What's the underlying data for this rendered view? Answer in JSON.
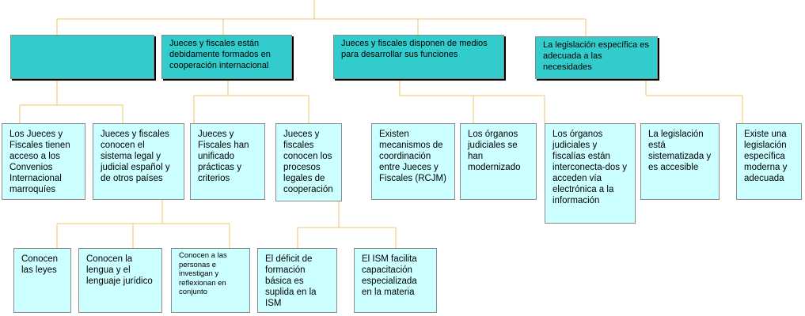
{
  "diagram": {
    "level1": [
      {
        "id": "a",
        "text": ""
      },
      {
        "id": "b",
        "text": "Jueces y fiscales están debidamente formados en cooperación internacional"
      },
      {
        "id": "c",
        "text": "Jueces y fiscales disponen de medios para desarrollar sus funciones"
      },
      {
        "id": "d",
        "text": "La legislación específica es adecuada a las necesidades"
      }
    ],
    "level2": [
      {
        "id": "a1",
        "text": "Los Jueces y Fiscales tienen acceso a los Convenios Internacional marroquíes"
      },
      {
        "id": "a2",
        "text": "Jueces y fiscales conocen el sistema legal y judicial español y de otros países"
      },
      {
        "id": "b1",
        "text": "Jueces y Fiscales han unificado prácticas y criterios"
      },
      {
        "id": "b2",
        "text": "Jueces y fiscales conocen los procesos legales de cooperación"
      },
      {
        "id": "c1",
        "text": "Existen mecanismos de coordinación entre Jueces y Fiscales (RCJM)"
      },
      {
        "id": "c2",
        "text": "Los órganos judiciales se han modernizado"
      },
      {
        "id": "c3",
        "text": "Los órganos judiciales y fiscalías están interconecta-dos y acceden  vía electrónica a la información"
      },
      {
        "id": "d1",
        "text": "La legislación está sistematizada y es accesible"
      },
      {
        "id": "d2",
        "text": "Existe una legislación específica moderna y adecuada"
      }
    ],
    "level3": [
      {
        "id": "a2a",
        "text": "Conocen las leyes"
      },
      {
        "id": "a2b",
        "text": "Conocen la lengua y el lenguaje jurídico"
      },
      {
        "id": "a2c",
        "text": "Conocen a las personas e investigan y reflexionan en conjunto"
      },
      {
        "id": "b2a",
        "text": "El déficit de formación básica es suplida en la ISM"
      },
      {
        "id": "b2b",
        "text": "El ISM facilita capacitación especializada en la materia"
      }
    ]
  },
  "colors": {
    "level1_fill": "#33cccc",
    "level2_fill": "#ccffff",
    "connector": "#ffcc66",
    "border": "#8a8a8a"
  }
}
